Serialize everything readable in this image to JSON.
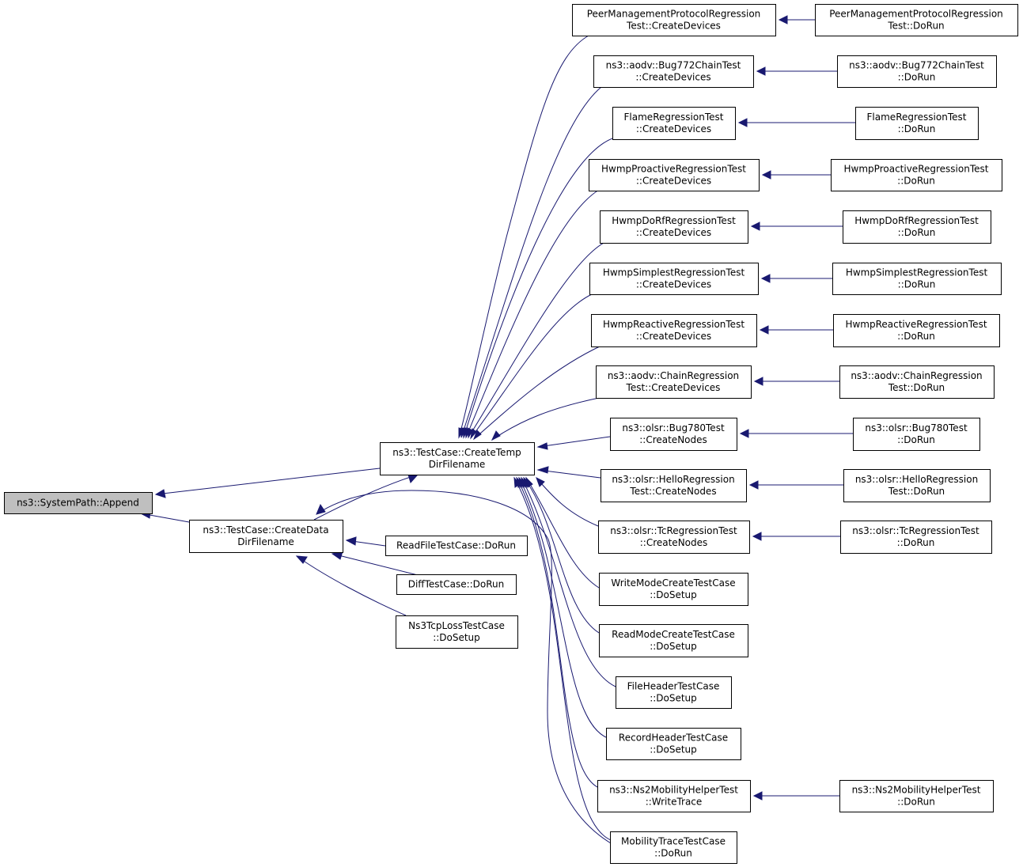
{
  "nodes": {
    "append": [
      "ns3::SystemPath::Append"
    ],
    "temp": [
      "ns3::TestCase::CreateTemp",
      "DirFilename"
    ],
    "data": [
      "ns3::TestCase::CreateData",
      "DirFilename"
    ],
    "readfile": [
      "ReadFileTestCase::DoRun"
    ],
    "diff": [
      "DiffTestCase::DoRun"
    ],
    "tcploss": [
      "Ns3TcpLossTestCase",
      "::DoSetup"
    ],
    "peer_cd": [
      "PeerManagementProtocolRegression",
      "Test::CreateDevices"
    ],
    "bug772_cd": [
      "ns3::aodv::Bug772ChainTest",
      "::CreateDevices"
    ],
    "flame_cd": [
      "FlameRegressionTest",
      "::CreateDevices"
    ],
    "hwpro_cd": [
      "HwmpProactiveRegressionTest",
      "::CreateDevices"
    ],
    "hwdorf_cd": [
      "HwmpDoRfRegressionTest",
      "::CreateDevices"
    ],
    "hwsimp_cd": [
      "HwmpSimplestRegressionTest",
      "::CreateDevices"
    ],
    "hwreac_cd": [
      "HwmpReactiveRegressionTest",
      "::CreateDevices"
    ],
    "chain_cd": [
      "ns3::aodv::ChainRegression",
      "Test::CreateDevices"
    ],
    "bug780_cn": [
      "ns3::olsr::Bug780Test",
      "::CreateNodes"
    ],
    "hello_cn": [
      "ns3::olsr::HelloRegression",
      "Test::CreateNodes"
    ],
    "tc_cn": [
      "ns3::olsr::TcRegressionTest",
      "::CreateNodes"
    ],
    "writemode": [
      "WriteModeCreateTestCase",
      "::DoSetup"
    ],
    "readmode": [
      "ReadModeCreateTestCase",
      "::DoSetup"
    ],
    "fileheader": [
      "FileHeaderTestCase",
      "::DoSetup"
    ],
    "recordheader": [
      "RecordHeaderTestCase",
      "::DoSetup"
    ],
    "ns2_wt": [
      "ns3::Ns2MobilityHelperTest",
      "::WriteTrace"
    ],
    "mobility": [
      "MobilityTraceTestCase",
      "::DoRun"
    ],
    "peer_run": [
      "PeerManagementProtocolRegression",
      "Test::DoRun"
    ],
    "bug772_run": [
      "ns3::aodv::Bug772ChainTest",
      "::DoRun"
    ],
    "flame_run": [
      "FlameRegressionTest",
      "::DoRun"
    ],
    "hwpro_run": [
      "HwmpProactiveRegressionTest",
      "::DoRun"
    ],
    "hwdorf_run": [
      "HwmpDoRfRegressionTest",
      "::DoRun"
    ],
    "hwsimp_run": [
      "HwmpSimplestRegressionTest",
      "::DoRun"
    ],
    "hwreac_run": [
      "HwmpReactiveRegressionTest",
      "::DoRun"
    ],
    "chain_run": [
      "ns3::aodv::ChainRegression",
      "Test::DoRun"
    ],
    "bug780_run": [
      "ns3::olsr::Bug780Test",
      "::DoRun"
    ],
    "hello_run": [
      "ns3::olsr::HelloRegression",
      "Test::DoRun"
    ],
    "tc_run": [
      "ns3::olsr::TcRegressionTest",
      "::DoRun"
    ],
    "ns2_run": [
      "ns3::Ns2MobilityHelperTest",
      "::DoRun"
    ]
  },
  "edges": [
    [
      "temp",
      "append"
    ],
    [
      "data",
      "append"
    ],
    [
      "readfile",
      "data"
    ],
    [
      "diff",
      "data"
    ],
    [
      "tcploss",
      "data"
    ],
    [
      "mobility",
      "data"
    ],
    [
      "data",
      "temp"
    ],
    [
      "peer_cd",
      "temp"
    ],
    [
      "bug772_cd",
      "temp"
    ],
    [
      "flame_cd",
      "temp"
    ],
    [
      "hwpro_cd",
      "temp"
    ],
    [
      "hwdorf_cd",
      "temp"
    ],
    [
      "hwsimp_cd",
      "temp"
    ],
    [
      "hwreac_cd",
      "temp"
    ],
    [
      "chain_cd",
      "temp"
    ],
    [
      "bug780_cn",
      "temp"
    ],
    [
      "hello_cn",
      "temp"
    ],
    [
      "tc_cn",
      "temp"
    ],
    [
      "writemode",
      "temp"
    ],
    [
      "readmode",
      "temp"
    ],
    [
      "fileheader",
      "temp"
    ],
    [
      "recordheader",
      "temp"
    ],
    [
      "ns2_wt",
      "temp"
    ],
    [
      "mobility",
      "temp"
    ],
    [
      "peer_run",
      "peer_cd"
    ],
    [
      "bug772_run",
      "bug772_cd"
    ],
    [
      "flame_run",
      "flame_cd"
    ],
    [
      "hwpro_run",
      "hwpro_cd"
    ],
    [
      "hwdorf_run",
      "hwdorf_cd"
    ],
    [
      "hwsimp_run",
      "hwsimp_cd"
    ],
    [
      "hwreac_run",
      "hwreac_cd"
    ],
    [
      "chain_run",
      "chain_cd"
    ],
    [
      "bug780_run",
      "bug780_cn"
    ],
    [
      "hello_run",
      "hello_cn"
    ],
    [
      "tc_run",
      "tc_cn"
    ],
    [
      "ns2_run",
      "ns2_wt"
    ]
  ],
  "colors": {
    "edge": "#191970",
    "node_border": "#000000",
    "root_fill": "#bfbfbf"
  }
}
